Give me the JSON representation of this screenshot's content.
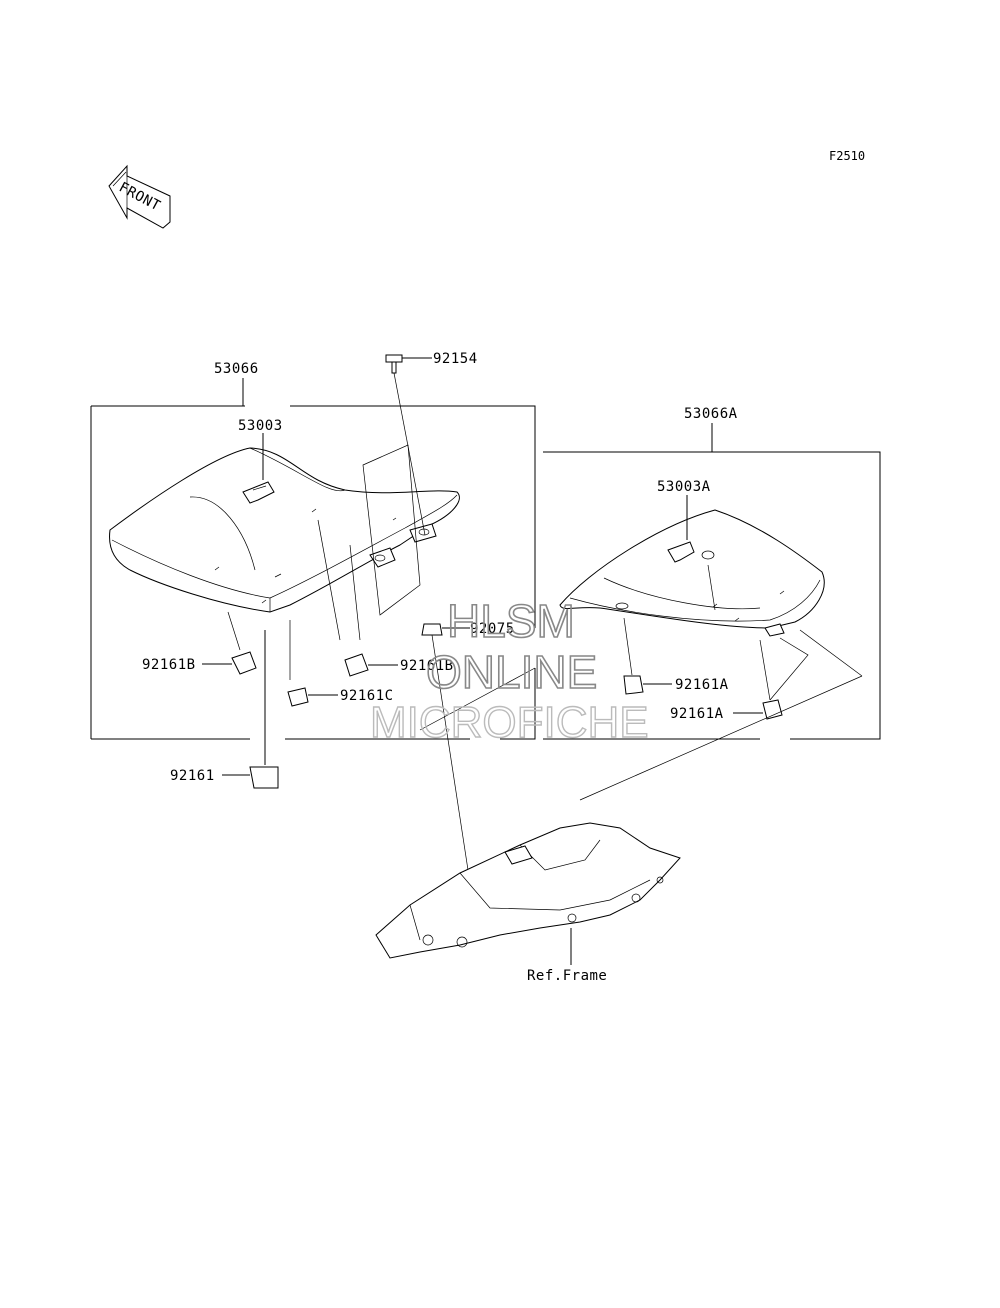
{
  "figure_code": "F2510",
  "front_arrow": {
    "text": "FRONT",
    "icon": "front-arrow-icon"
  },
  "labels": {
    "p53066": "53066",
    "p53003": "53003",
    "p92154": "92154",
    "p53066A": "53066A",
    "p53003A": "53003A",
    "p92075": "92075",
    "p92161B_left": "92161B",
    "p92161B_right": "92161B",
    "p92161C": "92161C",
    "p92161": "92161",
    "p92161A_upper": "92161A",
    "p92161A_lower": "92161A",
    "ref_frame": "Ref.Frame"
  },
  "watermark": {
    "line1": "HLSM",
    "line2": "ONLINE",
    "line3": "MICROFICHE"
  }
}
